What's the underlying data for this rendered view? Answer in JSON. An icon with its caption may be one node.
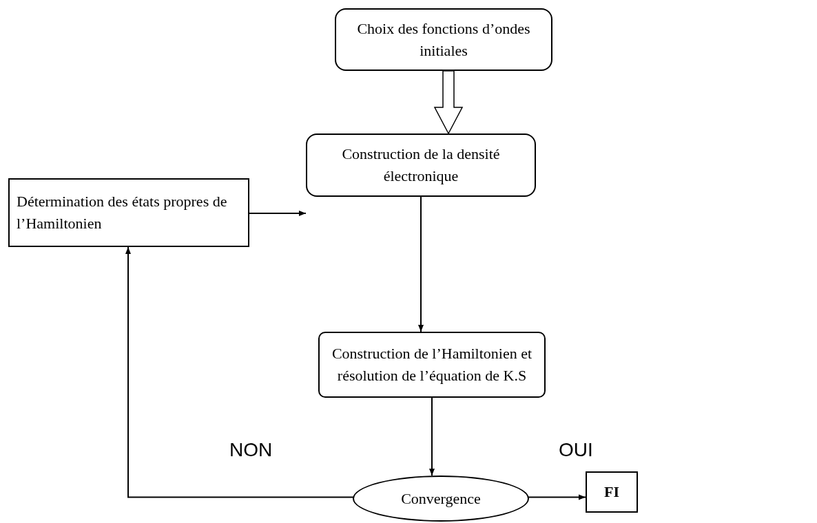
{
  "diagram": {
    "nodes": [
      {
        "text": [
          "Choix des fonctions d’ondes initiales"
        ]
      },
      {
        "text": [
          "Construction de la densité électronique"
        ]
      },
      {
        "text": [
          "Détermination des états propres de l’Hamiltonien"
        ]
      },
      {
        "text": [
          "Construction de l’Hamiltonien et résolution de l’équation de K.S"
        ]
      },
      {
        "text": [
          "Convergence"
        ]
      },
      {
        "text": [
          "FI"
        ]
      }
    ],
    "edges": [
      {
        "from": 0,
        "to": 1,
        "arrow": "to",
        "style": "thick"
      },
      {
        "from": 2,
        "to": 1,
        "arrow": "to"
      },
      {
        "from": 1,
        "to": 3,
        "arrow": "to"
      },
      {
        "from": 3,
        "to": 4,
        "arrow": "to"
      },
      {
        "from": 4,
        "to": 2,
        "arrow": "to",
        "label": "NON"
      },
      {
        "from": 4,
        "to": 5,
        "arrow": "to",
        "label": "OUI"
      }
    ]
  }
}
